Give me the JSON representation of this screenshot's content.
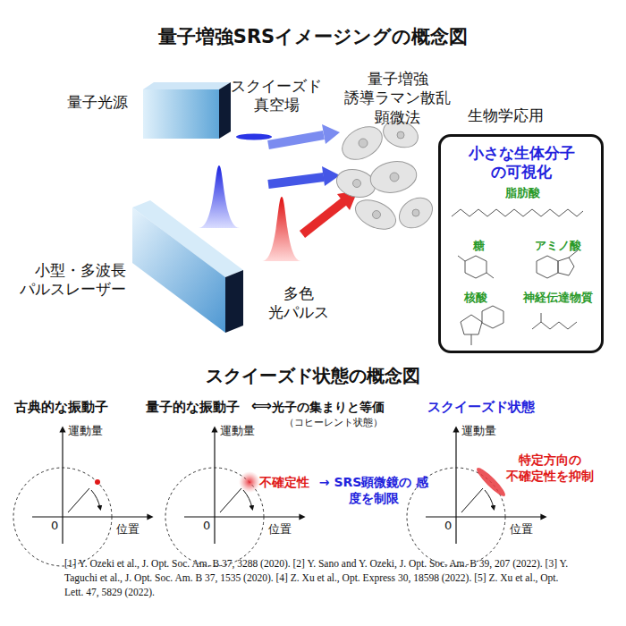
{
  "diagram": {
    "title": "量子増強SRSイメージングの概念図",
    "nodes": [
      {
        "text": [
          "生物学応用",
          "小さな生体分子の可視化",
          "脂肪酸",
          "糖",
          "アミノ酸",
          "核酸",
          "神経伝達物質"
        ]
      }
    ],
    "labels": [
      "量子光源",
      "スクイーズド 真空場",
      "量子増強 誘導ラマン散乱 顕微法",
      "小型・多波長 パルスレーザー",
      "多色 光パルス",
      "スクイーズド状態の概念図",
      "古典的な振動子",
      "量子的な振動子",
      "⟺",
      "光子の集まりと等価",
      "（コヒーレント状態）",
      "スクイーズド状態",
      "運動量",
      "位置",
      "0",
      "運動量",
      "位置",
      "0",
      "不確定性",
      "→ SRS顕微鏡の 感度を制限",
      "運動量",
      "位置",
      "0",
      "特定方向の 不確定性を抑制",
      "[1] Y. Ozeki et al., J. Opt. Soc. Am. B 37, 3288 (2020). [2] Y. Sano and Y. Ozeki, J. Opt. Soc. Am. B 39, 207 (2022). [3] Y. Taguchi et al., J. Opt. Soc. Am. B 37, 1535 (2020). [4] Z. Xu et al., Opt. Express 30, 18598 (2022). [5] Z. Xu et al., Opt. Lett. 47, 5829 (2022)."
    ]
  }
}
